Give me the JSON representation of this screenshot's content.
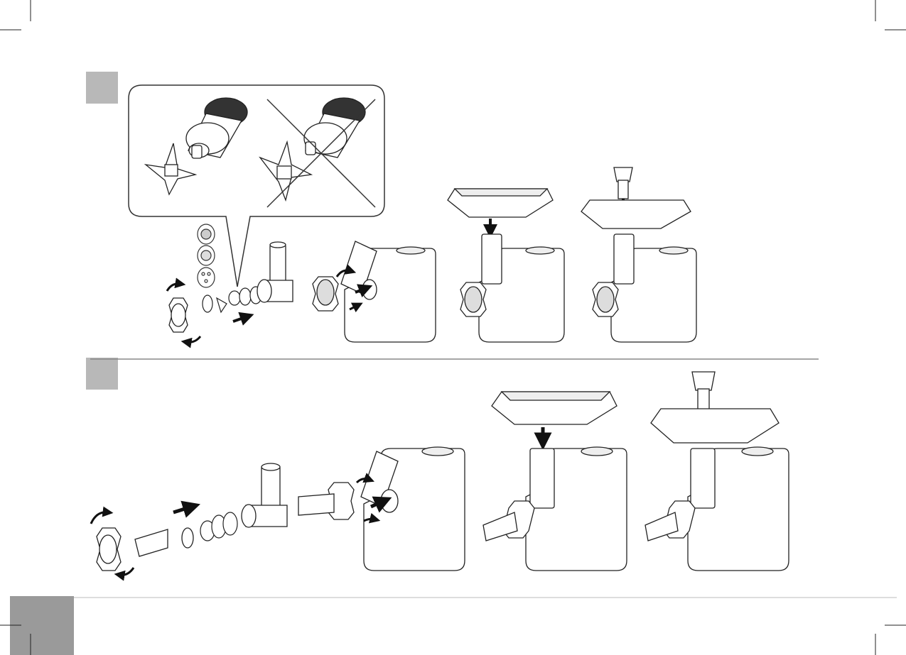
{
  "page": {
    "title": "",
    "page_number": "",
    "icons": [
      "crop-mark-icon",
      "crossed-out-icon",
      "arrow-icon",
      "rotate-arrow-icon"
    ]
  },
  "sections": [
    {
      "id": "step-a",
      "label": "",
      "illustrations": [
        "grinding-discs",
        "cutter-assembly",
        "mounting-head",
        "tray-attachment",
        "pusher-insertion"
      ]
    },
    {
      "id": "step-b",
      "label": "",
      "illustrations": [
        "sausage-attachment-assembly",
        "mounting-head",
        "tray-attachment",
        "pusher-insertion"
      ]
    }
  ],
  "colors": {
    "step_box": "#b8b8b8",
    "page_tab": "#9a9a9a",
    "line": "#222222",
    "divider": "#888888"
  }
}
